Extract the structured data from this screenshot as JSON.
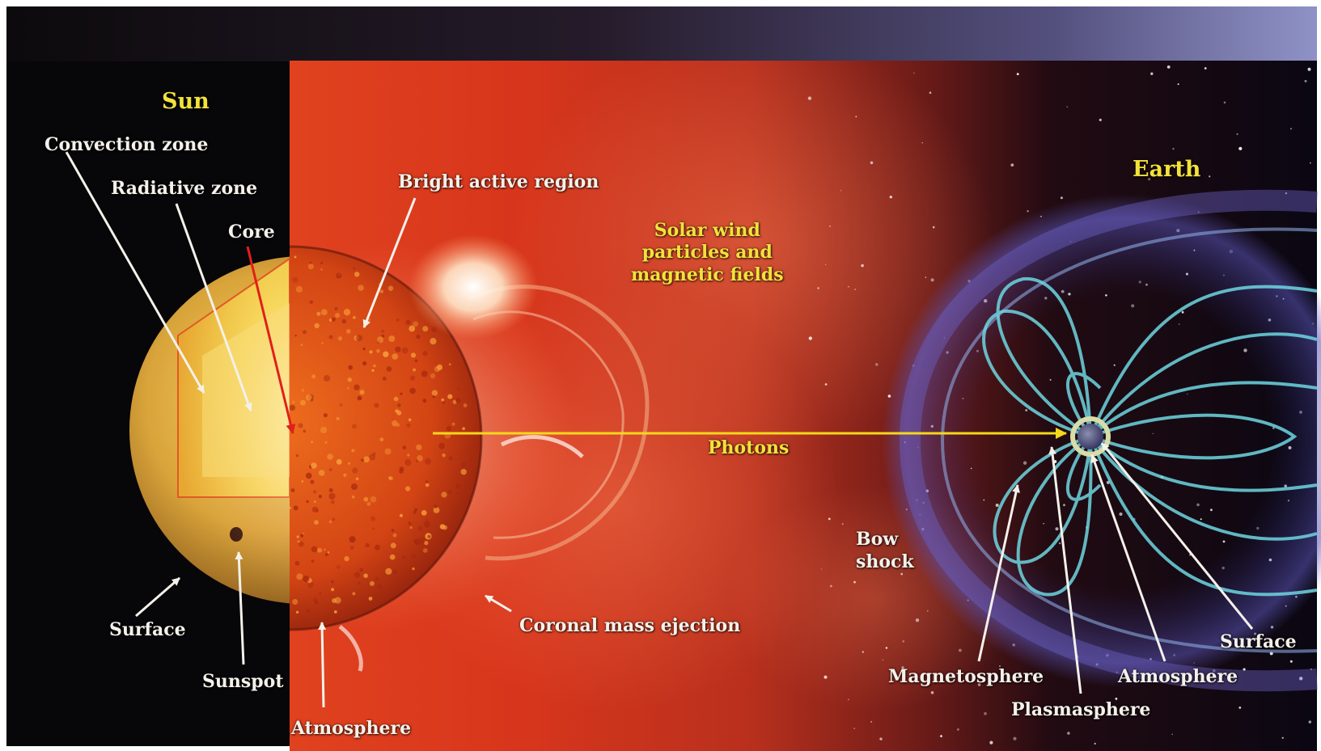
{
  "colors": {
    "title_yellow": "#f2e23a",
    "label_white": "#f4f1ea",
    "pointer_red": "#e0201a",
    "photon_arrow": "#f4d81a",
    "sun_interior": "#f0c23c",
    "corona_red": "#d8361c",
    "magnetosphere_cyan": "#6ed6e0"
  },
  "icons": {
    "sun": "sun-cutaway-icon",
    "earth": "earth-globe-icon"
  },
  "sun_labels": {
    "title": "Sun",
    "convection_zone": "Convection zone",
    "radiative_zone": "Radiative zone",
    "core": "Core",
    "surface": "Surface",
    "sunspot": "Sunspot",
    "atmosphere": "Atmosphere",
    "bright_active_region": "Bright active region",
    "coronal_mass_ejection": "Coronal mass ejection"
  },
  "space_labels": {
    "solar_wind_lines": [
      "Solar wind",
      "particles and",
      "magnetic fields"
    ],
    "photons": "Photons",
    "bow_shock_lines": [
      "Bow",
      "shock"
    ]
  },
  "earth_labels": {
    "title": "Earth",
    "magnetosphere": "Magnetosphere",
    "plasmasphere": "Plasmasphere",
    "atmosphere": "Atmosphere",
    "surface": "Surface"
  }
}
